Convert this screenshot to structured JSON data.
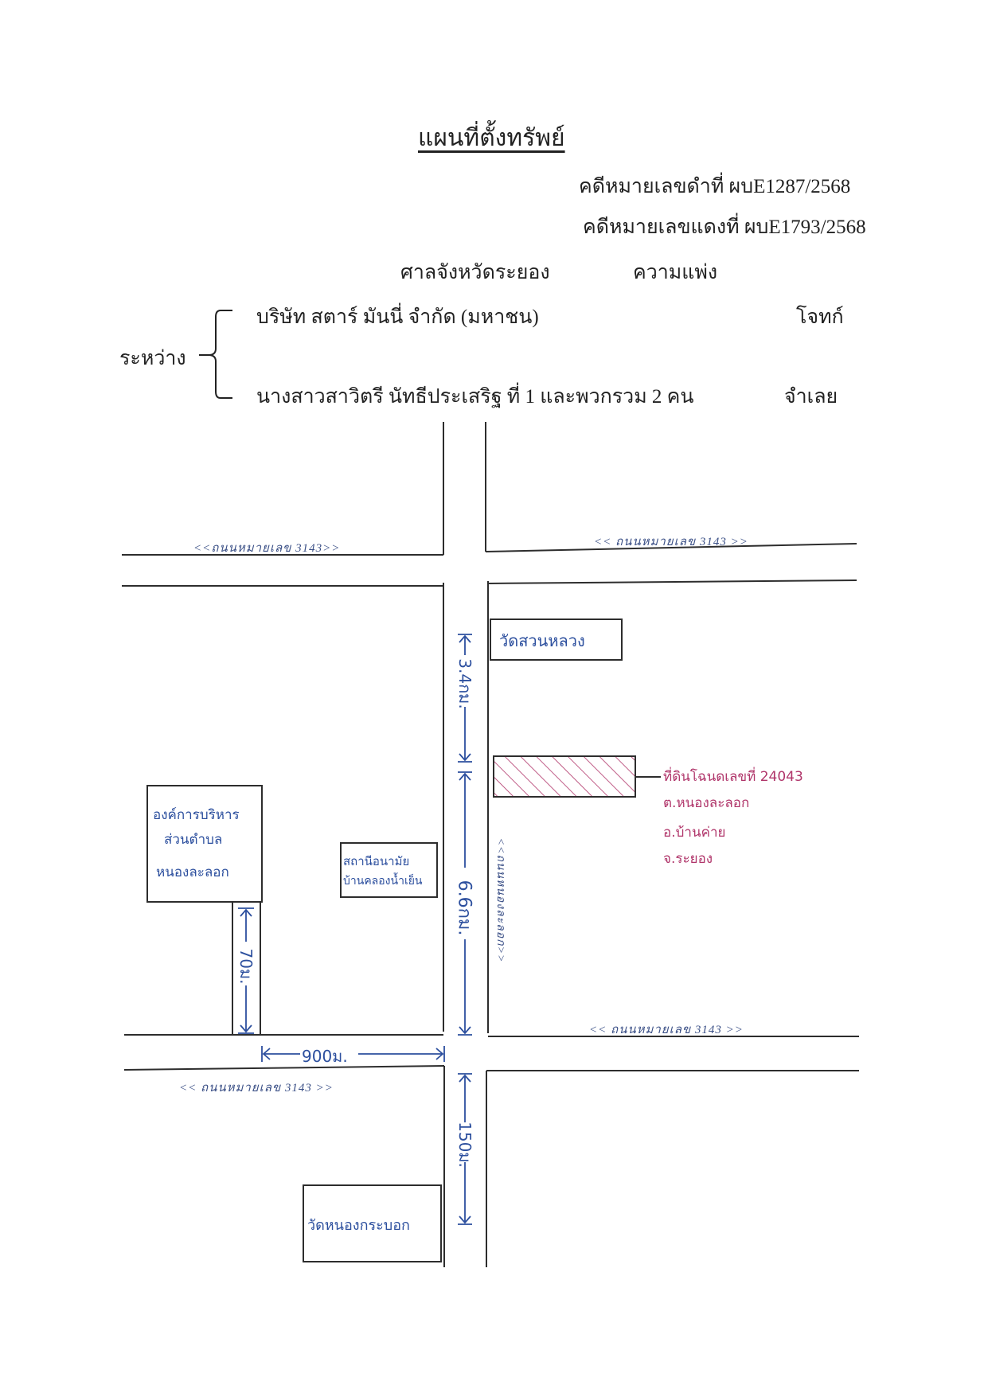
{
  "header": {
    "title": "แผนที่ตั้งทรัพย์",
    "black_case_number": "คดีหมายเลขดำที่   ผบE1287/2568",
    "red_case_number": "คดีหมายเลขแดงที่ ผบE1793/2568",
    "court": "ศาลจังหวัดระยอง",
    "case_type": "ความแพ่ง",
    "between_label": "ระหว่าง",
    "plaintiff": "บริษัท สตาร์ มันนี่ จำกัด (มหาชน)",
    "plaintiff_role": "โจทก์",
    "defendant": "นางสาวสาวิตรี นัทธีประเสริฐ ที่ 1 และพวกรวม 2 คน",
    "defendant_role": "จำเลย"
  },
  "map": {
    "roads": {
      "road_top_left": "<<ถนนหมายเลข 3143>>",
      "road_top_right": "<< ถนนหมายเลข 3143 >>",
      "road_mid_right": "<< ถนนหมายเลข 3143 >>",
      "road_bottom_left": "<< ถนนหมายเลข 3143 >>",
      "road_vertical": "<<ถนนหนองละลอก>>"
    },
    "landmarks": {
      "temple_top": "วัดสวนหลวง",
      "subdistrict_office_line1": "องค์การบริหาร",
      "subdistrict_office_line2": "ส่วนตำบล",
      "subdistrict_office_line3": "หนองละลอก",
      "health_station_line1": "สถานีอนามัย",
      "health_station_line2": "บ้านคลองน้ำเย็น",
      "temple_bottom": "วัดหนองกระบอก"
    },
    "property": {
      "line1": "ที่ดินโฉนดเลขที่ 24043",
      "line2": "ต.หนองละลอก",
      "line3": "อ.บ้านค่าย",
      "line4": "จ.ระยอง"
    },
    "distances": {
      "temple_to_property": "3.4กม.",
      "property_to_junction": "6.6กม.",
      "office_to_road": "70ม.",
      "office_to_junction": "900ม.",
      "junction_to_temple_bottom": "150ม."
    },
    "colors": {
      "ink_blue": "#2c4f9e",
      "ink_pink": "#b0356a",
      "line": "#2d2d2d"
    }
  }
}
